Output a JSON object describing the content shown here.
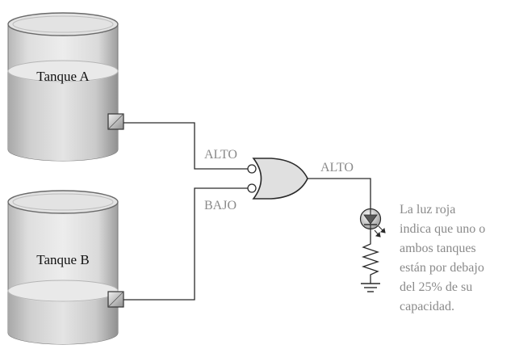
{
  "tanks": [
    {
      "label": "Tanque A",
      "level_percent": 75
    },
    {
      "label": "Tanque B",
      "level_percent": 25
    }
  ],
  "signals": {
    "input_a": "ALTO",
    "input_b": "BAJO",
    "output": "ALTO"
  },
  "note_lines": [
    "La luz roja",
    "indica que uno o",
    "ambos tanques",
    "están por debajo",
    "del 25% de su",
    "capacidad."
  ]
}
